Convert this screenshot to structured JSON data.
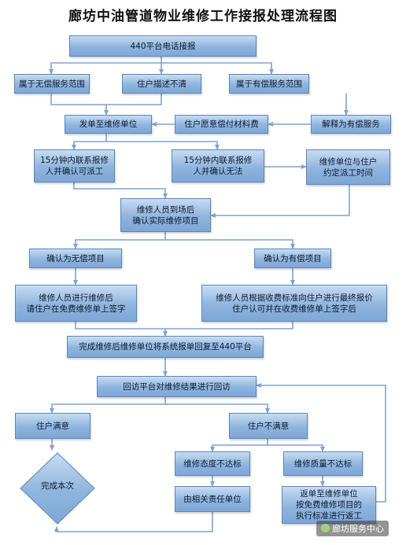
{
  "title": "廊坊中油管道物业维修工作接报处理流程图",
  "nodes": {
    "n1": "440平台电话接报",
    "n2": "属于无偿服务范围",
    "n3": "住户描述不清",
    "n4": "属于有偿服务范围",
    "n5": "发单至维修单位",
    "n6": "住户愿意偿付材料费",
    "n7": "解释为有偿服务",
    "n8": "15分钟内联系报修\n人并确认可派工",
    "n9": "15分钟内联系报修\n人并确认无法",
    "n10": "维修单位与住户\n约定派工时间",
    "n11": "维修人员到场后\n确认实际维修项目",
    "n12": "确认为无偿项目",
    "n13": "确认为有偿项目",
    "n14": "维修人员进行维修后\n请住户在免费维修单上签字",
    "n15": "维修人员根据收费标准向住户进行最终报价\n住户认可并在收费维修单上签字后",
    "n16": "完成维修后维修单位将系统报单回复至440平台",
    "n17": "回访平台对维修结果进行回访",
    "n18": "住户满意",
    "n19": "住户不满意",
    "n20": "维修态度不达标",
    "n21": "维修质量不达标",
    "n22": "由相关责任单位",
    "n23": "返单至维修单位\n按免费维修项目的\n执行标准进行返工",
    "n24": "完成本次"
  },
  "watermark": "廊坊服务中心",
  "colors": {
    "box_fill": "#8fb4de",
    "box_border": "#5b86b8",
    "arrow": "#7fa3cf"
  }
}
